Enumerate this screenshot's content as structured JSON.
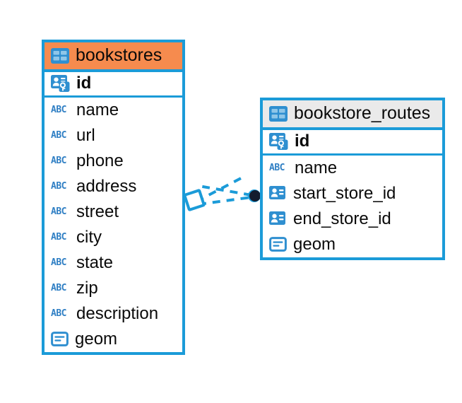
{
  "diagram": {
    "type": "entity-relationship-diagram",
    "background": "#ffffff",
    "accent_color": "#1b9bd8",
    "highlight_color": "#f68b4e",
    "header_gray": "#eaeaea"
  },
  "entities": [
    {
      "name": "bookstores",
      "header_label": "bookstores",
      "header_icon": "table-icon",
      "header_background": "#f68b4e",
      "selected": true,
      "fields": [
        {
          "label": "id",
          "icon": "primary-key-icon",
          "key": "PK"
        },
        {
          "label": "name",
          "icon": "text-type-icon",
          "key": ""
        },
        {
          "label": "url",
          "icon": "text-type-icon",
          "key": ""
        },
        {
          "label": "phone",
          "icon": "text-type-icon",
          "key": ""
        },
        {
          "label": "address",
          "icon": "text-type-icon",
          "key": ""
        },
        {
          "label": "street",
          "icon": "text-type-icon",
          "key": ""
        },
        {
          "label": "city",
          "icon": "text-type-icon",
          "key": ""
        },
        {
          "label": "state",
          "icon": "text-type-icon",
          "key": ""
        },
        {
          "label": "zip",
          "icon": "text-type-icon",
          "key": ""
        },
        {
          "label": "description",
          "icon": "text-type-icon",
          "key": ""
        },
        {
          "label": "geom",
          "icon": "geometry-type-icon",
          "key": ""
        }
      ]
    },
    {
      "name": "bookstore_routes",
      "header_label": "bookstore_routes",
      "header_icon": "table-icon",
      "header_background": "#eaeaea",
      "selected": false,
      "fields": [
        {
          "label": "id",
          "icon": "primary-key-icon",
          "key": "PK"
        },
        {
          "label": "name",
          "icon": "text-type-icon",
          "key": ""
        },
        {
          "label": "start_store_id",
          "icon": "foreign-key-icon",
          "key": "FK"
        },
        {
          "label": "end_store_id",
          "icon": "foreign-key-icon",
          "key": "FK"
        },
        {
          "label": "geom",
          "icon": "geometry-type-icon",
          "key": ""
        }
      ]
    }
  ],
  "relationship": {
    "from_entity": "bookstores",
    "to_entity": "bookstore_routes",
    "from_marker": "diamond-marker",
    "to_marker": "filled-circle-marker",
    "line_style": "dashed",
    "line_color": "#1b9bd8",
    "marker_color": "#111a2b"
  },
  "abc_glyph": "ABC"
}
